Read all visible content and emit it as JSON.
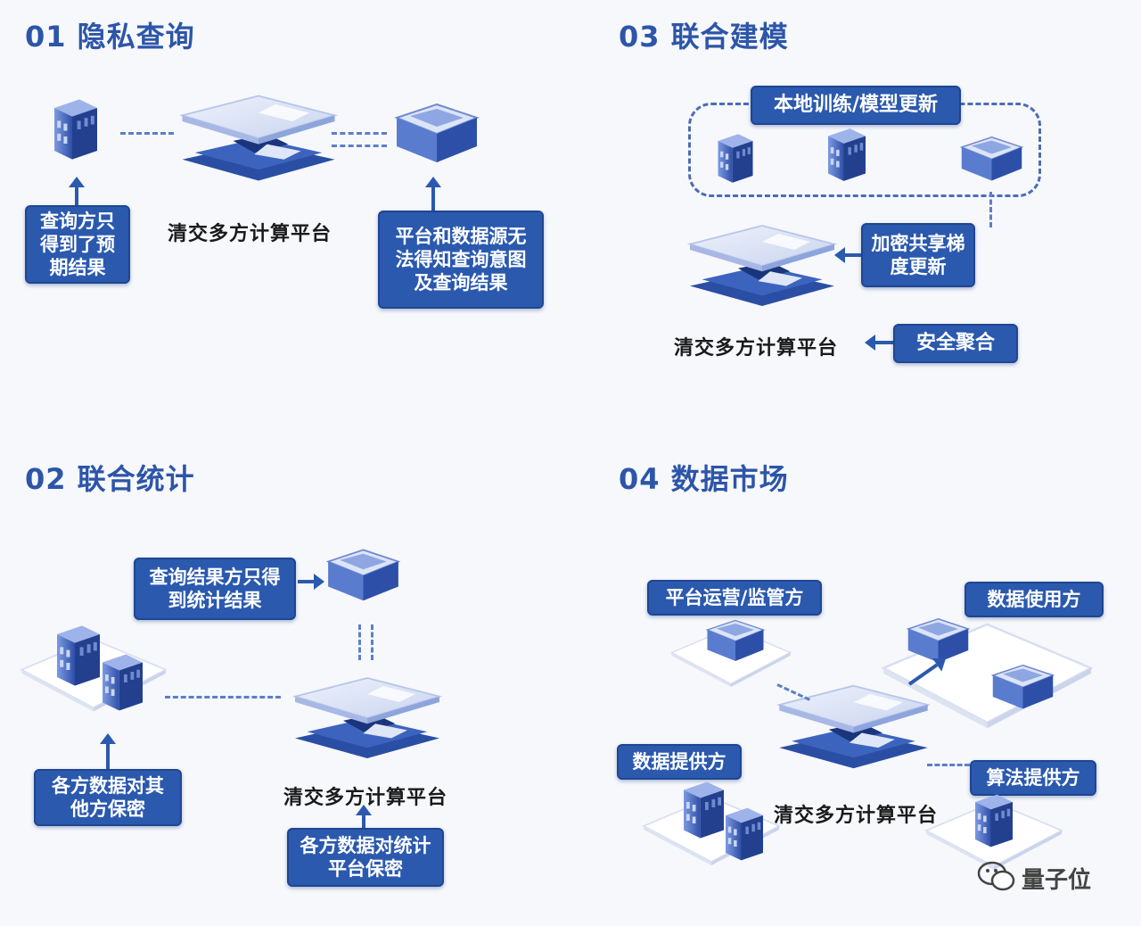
{
  "sections": {
    "s01": {
      "title": "01 隐私查询",
      "platform": "清交多方计算平台",
      "left_label": "查询方只得到了预期结果",
      "right_label": "平台和数据源无法得知查询意图及查询结果"
    },
    "s02": {
      "title": "02 联合统计",
      "platform": "清交多方计算平台",
      "top_label": "查询结果方只得到统计结果",
      "left_label": "各方数据对其他方保密",
      "bottom_label": "各方数据对统计平台保密"
    },
    "s03": {
      "title": "03 联合建模",
      "platform": "清交多方计算平台",
      "top_label": "本地训练/模型更新",
      "mid_label": "加密共享梯度更新",
      "bottom_label": "安全聚合"
    },
    "s04": {
      "title": "04 数据市场",
      "platform": "清交多方计算平台",
      "operator": "平台运营/监管方",
      "user": "数据使用方",
      "provider": "数据提供方",
      "algo": "算法提供方"
    }
  },
  "watermark": "量子位",
  "colors": {
    "accent": "#2a59ae",
    "title": "#2d55a8",
    "background": "#f6f8fc"
  }
}
